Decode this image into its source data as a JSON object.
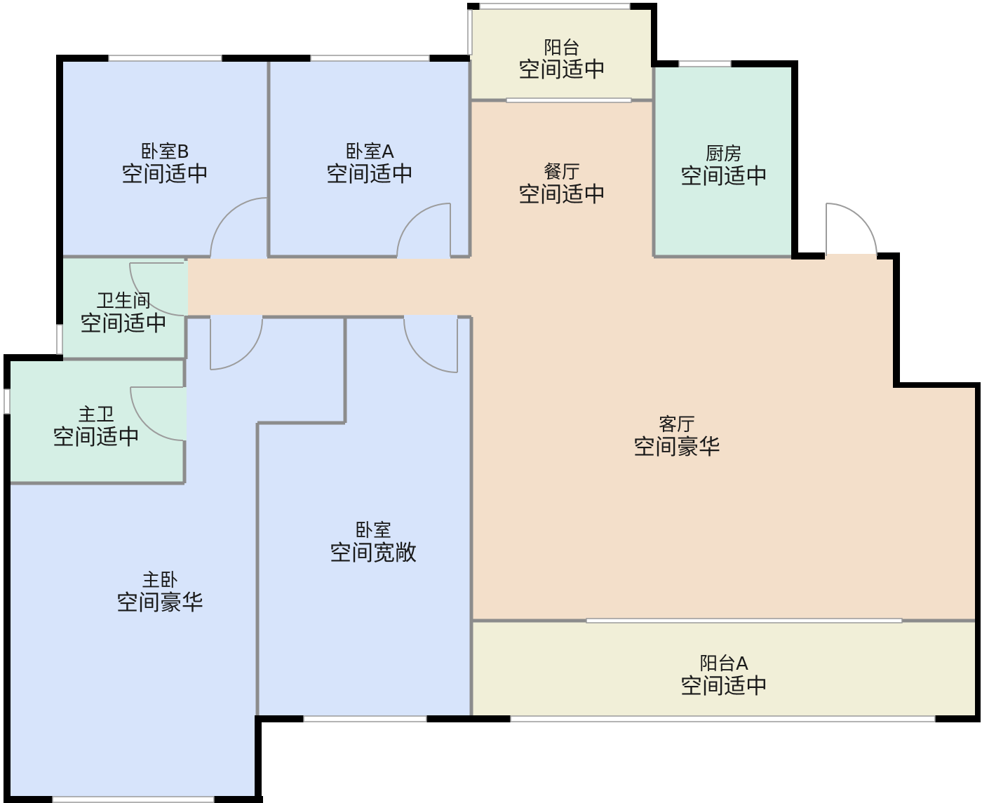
{
  "colors": {
    "bedroom": "#d7e4fb",
    "living": "#f3dfca",
    "balcony": "#f1efd8",
    "wet": "#d5efe5",
    "wall": "#000000",
    "partition": "#8c8c8c"
  },
  "rooms": {
    "balcony_top": {
      "name": "阳台",
      "desc": "空间适中"
    },
    "bedroom_b": {
      "name": "卧室B",
      "desc": "空间适中"
    },
    "bedroom_a": {
      "name": "卧室A",
      "desc": "空间适中"
    },
    "dining": {
      "name": "餐厅",
      "desc": "空间适中"
    },
    "kitchen": {
      "name": "厨房",
      "desc": "空间适中"
    },
    "bathroom": {
      "name": "卫生间",
      "desc": "空间适中"
    },
    "master_bath": {
      "name": "主卫",
      "desc": "空间适中"
    },
    "living": {
      "name": "客厅",
      "desc": "空间豪华"
    },
    "bedroom": {
      "name": "卧室",
      "desc": "空间宽敞"
    },
    "master_bedroom": {
      "name": "主卧",
      "desc": "空间豪华"
    },
    "balcony_a": {
      "name": "阳台A",
      "desc": "空间适中"
    }
  }
}
